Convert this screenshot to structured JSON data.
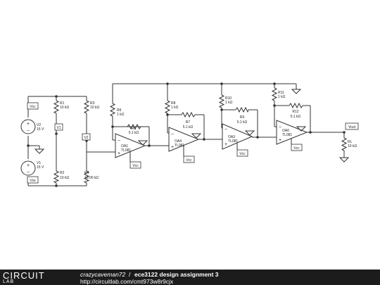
{
  "schematic": {
    "components": {
      "v2": {
        "name": "V2",
        "value": "15 V"
      },
      "v1": {
        "name": "V1",
        "value": "15 V"
      },
      "r1": {
        "name": "R1",
        "value": "10 kΩ"
      },
      "r2": {
        "name": "R2",
        "value": "10 kΩ"
      },
      "r3": {
        "name": "R3",
        "value": "10 kΩ"
      },
      "r4": {
        "name": "R4",
        "value": "10.00 kΩ"
      },
      "r5": {
        "name": "R5",
        "value": "5.1 kΩ"
      },
      "r6": {
        "name": "R6",
        "value": "1 kΩ"
      },
      "r7": {
        "name": "R7",
        "value": "5.1 kΩ"
      },
      "r8": {
        "name": "R8",
        "value": "1 kΩ"
      },
      "r9": {
        "name": "R9",
        "value": "5.1 kΩ"
      },
      "r10": {
        "name": "R10",
        "value": "1 kΩ"
      },
      "r11": {
        "name": "R11",
        "value": "1 kΩ"
      },
      "r12": {
        "name": "R12",
        "value": "5.1 kΩ"
      },
      "rl": {
        "name": "RL",
        "value": "10 kΩ"
      },
      "oa1": {
        "name": "OA1",
        "model": "TL081"
      },
      "oa4": {
        "name": "OA4",
        "model": "TL081"
      },
      "oa3": {
        "name": "OA3",
        "model": "TL081"
      },
      "oa0": {
        "name": "OA0",
        "model": "TL081"
      }
    },
    "net_labels": {
      "vcc_top": "Vcc",
      "vss": "Vss",
      "v1_node": "V1",
      "v2_node": "V2",
      "oa1_vcc": "Vcc",
      "oa4_vcc": "Vcc",
      "oa3_vcc": "Vcc",
      "oa0_vcc": "Vcc",
      "vout": "Vout"
    },
    "opamp_signs": {
      "minus": "−",
      "plus": "+"
    }
  },
  "footer": {
    "logo_top": "CIRCUIT",
    "logo_bottom": "LAB",
    "author": "crazycaveman72",
    "separator": "/",
    "title": "ece3122 design assignment 3",
    "url": "http://circuitlab.com/cmt973w8r9cjx"
  },
  "colors": {
    "wire": "#333333",
    "footer_bg": "#1c1c1c",
    "footer_text": "#ffffff"
  }
}
